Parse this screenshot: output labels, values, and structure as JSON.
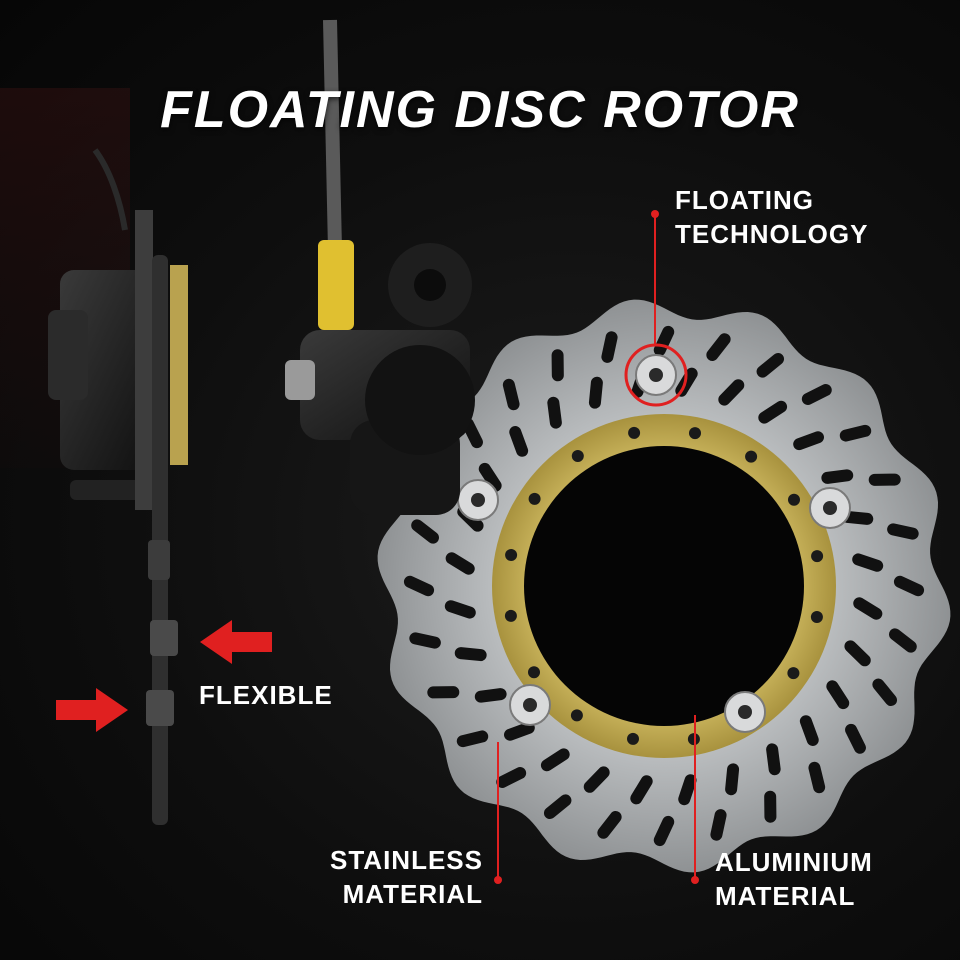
{
  "title": "FLOATING DISC ROTOR",
  "labels": {
    "floating": [
      "FLOATING",
      "TECHNOLOGY"
    ],
    "flexible": "FLEXIBLE",
    "stainless": [
      "STAINLESS",
      "MATERIAL"
    ],
    "aluminium": [
      "ALUMINIUM",
      "MATERIAL"
    ]
  },
  "colors": {
    "accent": "#e02020",
    "gold": "#c7b15a",
    "steel": "#bfc2c4",
    "caliper": "#1c1c1c"
  },
  "icons": [
    "arrow-left-icon",
    "arrow-right-icon",
    "callout-dot-icon"
  ]
}
